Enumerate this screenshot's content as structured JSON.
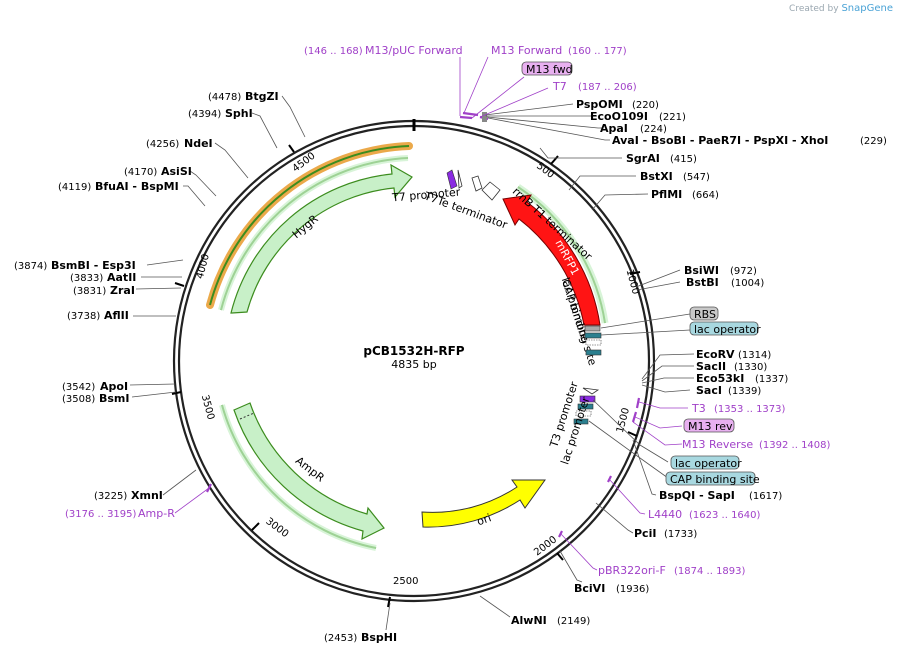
{
  "credit": {
    "created_by": "Created by",
    "brand": "SnapGene"
  },
  "plasmid": {
    "name": "pCB1532H-RFP",
    "size_label": "4835 bp",
    "length": 4835
  },
  "ticks": [
    "500",
    "1000",
    "1500",
    "2000",
    "2500",
    "3000",
    "3500",
    "4000",
    "4500"
  ],
  "colors": {
    "primer": "#a040c8",
    "site_text": "#000000",
    "feature_fill": "#c8f0c8",
    "feature_outline": "#3c8c1e",
    "mrfp": "#ff1414",
    "ori": "#ffff00",
    "hygr_outer": "#f0a020"
  },
  "sites": [
    {
      "name": "BtgZI",
      "pos": "(4478)"
    },
    {
      "name": "SphI",
      "pos": "(4394)"
    },
    {
      "name": "NdeI",
      "pos": "(4256)"
    },
    {
      "name": "AsiSI",
      "pos": "(4170)"
    },
    {
      "name": "BfuAI - BspMI",
      "pos": "(4119)"
    },
    {
      "name": "BsmBI - Esp3I",
      "pos": "(3874)"
    },
    {
      "name": "AatII",
      "pos": "(3833)"
    },
    {
      "name": "ZraI",
      "pos": "(3831)"
    },
    {
      "name": "AflII",
      "pos": "(3738)"
    },
    {
      "name": "ApoI",
      "pos": "(3542)"
    },
    {
      "name": "BsmI",
      "pos": "(3508)"
    },
    {
      "name": "XmnI",
      "pos": "(3225)"
    },
    {
      "name": "BspHI",
      "pos": "(2453)"
    },
    {
      "name": "AlwNI",
      "pos": "(2149)"
    },
    {
      "name": "BciVI",
      "pos": "(1936)"
    },
    {
      "name": "PciI",
      "pos": "(1733)"
    },
    {
      "name": "BspQI - SapI",
      "pos": "(1617)"
    },
    {
      "name": "SacI",
      "pos": "(1339)"
    },
    {
      "name": "Eco53kI",
      "pos": "(1337)"
    },
    {
      "name": "SacII",
      "pos": "(1330)"
    },
    {
      "name": "EcoRV",
      "pos": "(1314)"
    },
    {
      "name": "BstBI",
      "pos": "(1004)"
    },
    {
      "name": "BsiWI",
      "pos": "(972)"
    },
    {
      "name": "PflMI",
      "pos": "(664)"
    },
    {
      "name": "BstXI",
      "pos": "(547)"
    },
    {
      "name": "SgrAI",
      "pos": "(415)"
    },
    {
      "name": "AvaI - BsoBI - PaeR7I - PspXI - XhoI",
      "pos": "(229)"
    },
    {
      "name": "ApaI",
      "pos": "(224)"
    },
    {
      "name": "EcoO109I",
      "pos": "(221)"
    },
    {
      "name": "PspOMI",
      "pos": "(220)"
    }
  ],
  "primers": [
    {
      "name": "M13/pUC Forward",
      "pos": "(146 .. 168)"
    },
    {
      "name": "M13 Forward",
      "pos": "(160 .. 177)"
    },
    {
      "name": "T7",
      "pos": "(187 .. 206)"
    },
    {
      "name": "T3",
      "pos": "(1353 .. 1373)"
    },
    {
      "name": "M13 Reverse",
      "pos": "(1392 .. 1408)"
    },
    {
      "name": "L4440",
      "pos": "(1623 .. 1640)"
    },
    {
      "name": "pBR322ori-F",
      "pos": "(1874 .. 1893)"
    },
    {
      "name": "Amp-R",
      "pos": "(3176 .. 3195)"
    }
  ],
  "boxed_labels": {
    "m13_fwd": "M13 fwd",
    "rbs": "RBS",
    "lac_operator_top": "lac operator",
    "m13_rev": "M13 rev",
    "lac_operator_bottom": "lac operator",
    "cap_binding_site": "CAP binding site"
  },
  "features": {
    "hygr": "HygR",
    "ampr": "AmpR",
    "ori": "ori",
    "mrfp1": "mRFP1",
    "t7_promoter": "T7 promoter",
    "t7te_terminator": "T7Te terminator",
    "rrnb_terminator": "rrnB T1 terminator",
    "lac_promoter_top": "lac promoter",
    "cap_binding_site_top": "CAP binding site",
    "t3_promoter": "T3 promoter",
    "lac_promoter_bottom": "lac promoter"
  }
}
